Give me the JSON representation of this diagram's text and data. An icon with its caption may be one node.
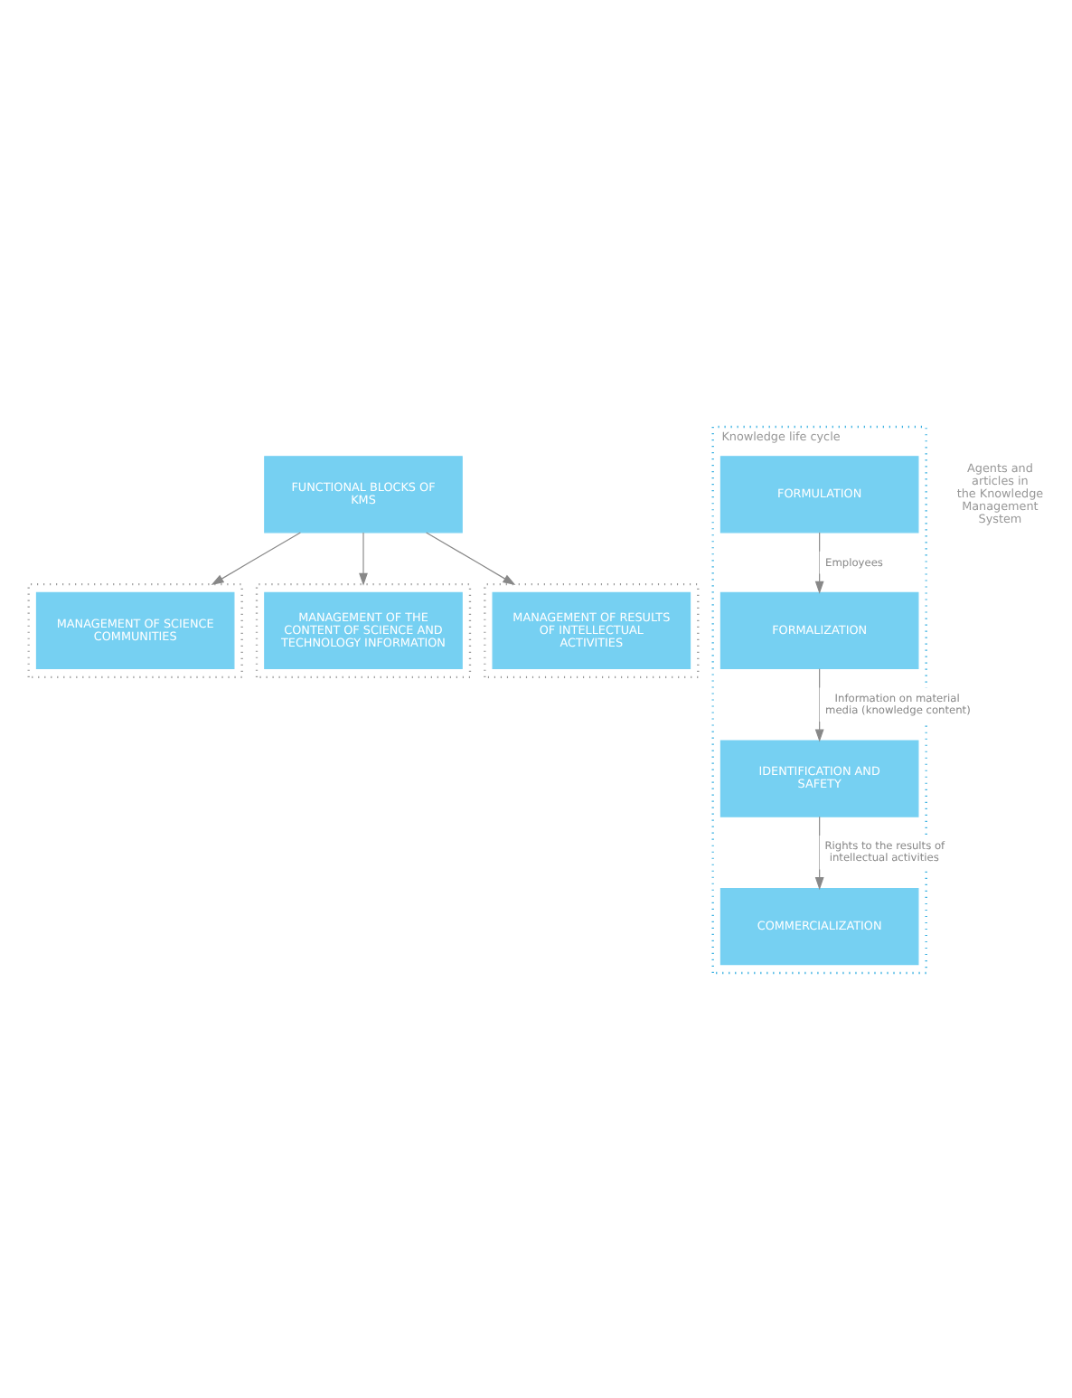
{
  "diagram": {
    "nodes": [
      {
        "text": [
          "FUNCTIONAL BLOCKS OF KMS"
        ]
      },
      {
        "text": [],
        "shape": "box"
      },
      {
        "text": [
          "MANAGEMENT OF SCIENCE COMMUNITIES"
        ],
        "in": 1
      },
      {
        "text": [],
        "shape": "box"
      },
      {
        "text": [
          "MANAGEMENT OF THE CONTENT OF SCIENCE AND TECHNOLOGY INFORMATION"
        ],
        "in": 3
      },
      {
        "text": [],
        "shape": "box"
      },
      {
        "text": [
          "MANAGEMENT OF RESULTS OF INTELLECTUAL ACTIVITIES"
        ],
        "in": 5
      },
      {
        "text": [
          "Knowledge life cycle"
        ]
      },
      {
        "text": [
          "FORMULATION"
        ],
        "in": 7
      },
      {
        "text": [
          "FORMALIZATION"
        ],
        "in": 7
      },
      {
        "text": [
          "IDENTIFICATION AND SAFETY"
        ],
        "in": 7
      },
      {
        "text": [
          "COMMERCIALIZATION"
        ],
        "in": 7
      }
    ],
    "edges": [
      {
        "from": 0,
        "to": 1,
        "arrow": "to"
      },
      {
        "from": 0,
        "to": 3,
        "arrow": "to"
      },
      {
        "from": 0,
        "to": 5,
        "arrow": "to"
      },
      {
        "from": 8,
        "to": 9,
        "arrow": "to",
        "label": "Employees"
      },
      {
        "from": 9,
        "to": 10,
        "arrow": "to",
        "label": "Information on material media (knowledge content)"
      },
      {
        "from": 10,
        "to": 11,
        "arrow": "to",
        "label": "Rights to the results of intellectual activities"
      }
    ],
    "labels": [
      "Agents and articles in the Knowledge Management System"
    ]
  }
}
